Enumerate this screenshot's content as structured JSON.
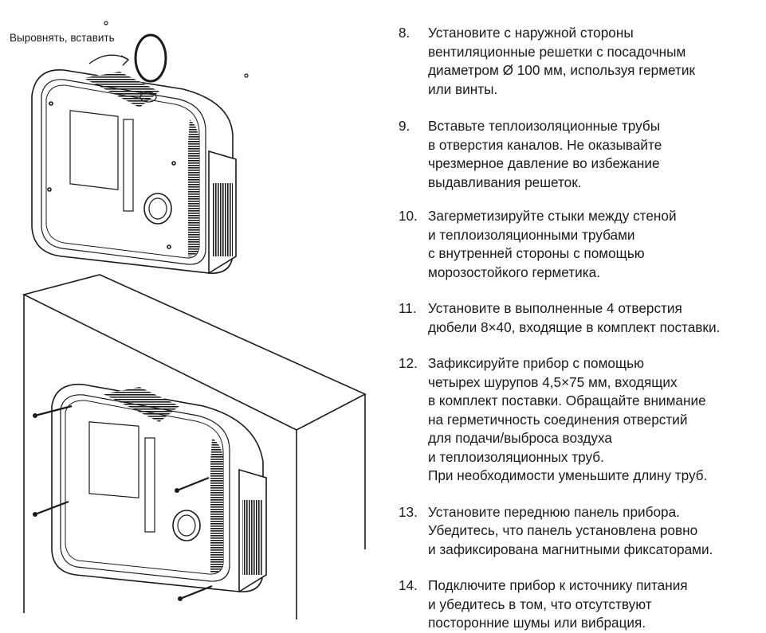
{
  "illustration": {
    "label": "Выровнять, вставить"
  },
  "steps": [
    {
      "num": "8.",
      "text": "Установите с наружной стороны\nвентиляционные решетки с посадочным\nдиаметром Ø 100 мм, используя герметик\nили винты."
    },
    {
      "num": "9.",
      "text": "Вставьте теплоизоляционные трубы\nв отверстия каналов. Не оказывайте\nчрезмерное давление во избежание\nвыдавливания решеток."
    },
    {
      "num": "10.",
      "text": "Загерметизируйте стыки между стеной\nи теплоизоляционными трубами\nс внутренней стороны с помощью\nморозостойкого герметика."
    },
    {
      "num": "11.",
      "text": "Установите в выполненные 4 отверстия\nдюбели 8×40, входящие в комплект поставки."
    },
    {
      "num": "12.",
      "text": "Зафиксируйте прибор с помощью\nчетырех шурупов 4,5×75 мм, входящих\nв комплект поставки. Обращайте внимание\nна герметичность соединения отверстий\nдля подачи/выброса воздуха\nи теплоизоляционных труб.\nПри необходимости уменьшите длину труб."
    },
    {
      "num": "13.",
      "text": "Установите переднюю панель прибора.\nУбедитесь, что панель установлена ровно\nи зафиксирована магнитными фиксаторами."
    },
    {
      "num": "14.",
      "text": "Подключите прибор к источнику питания\nи убедитесь в том, что отсутствуют\nпосторонние шумы или вибрация."
    }
  ]
}
